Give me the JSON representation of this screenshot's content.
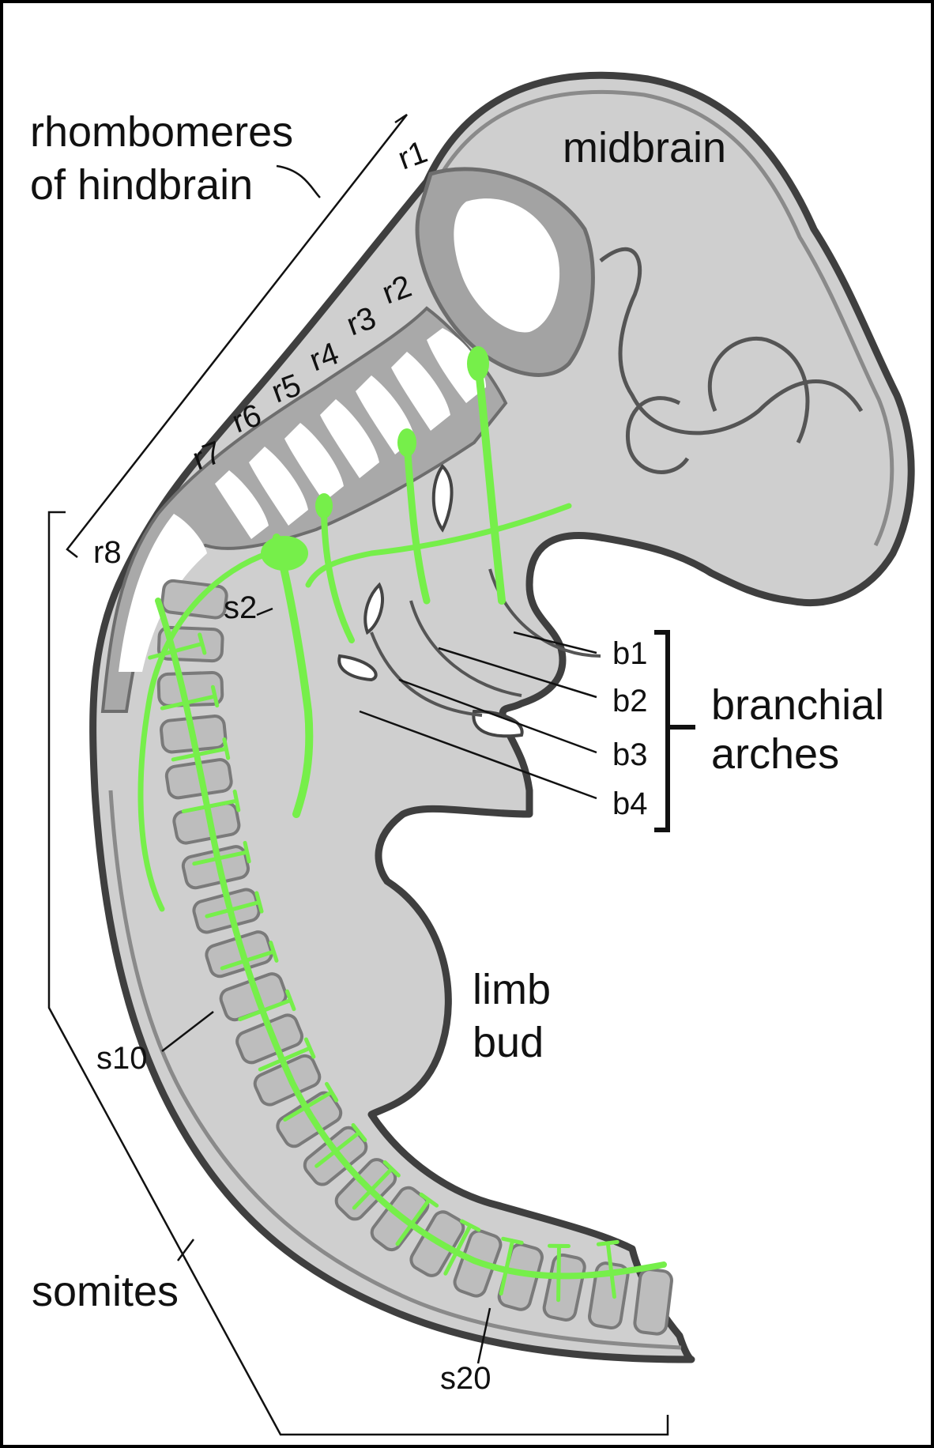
{
  "labels": {
    "rhombomeres_line1": "rhombomeres",
    "rhombomeres_line2": "of hindbrain",
    "midbrain": "midbrain",
    "r1": "r1",
    "r2": "r2",
    "r3": "r3",
    "r4": "r4",
    "r5": "r5",
    "r6": "r6",
    "r7": "r7",
    "r8": "r8",
    "s2": "s2",
    "s10": "s10",
    "s20": "s20",
    "b1": "b1",
    "b2": "b2",
    "b3": "b3",
    "b4": "b4",
    "branchial_line1": "branchial",
    "branchial_line2": "arches",
    "limb_line1": "limb",
    "limb_line2": "bud",
    "somites": "somites"
  },
  "colors": {
    "background": "#ffffff",
    "embryo_fill": "#cfcfcf",
    "outline": "#4a4a4a",
    "rhombomere_fill": "#ffffff",
    "somite_fill": "#bdbdbd",
    "nerve": "#76ef4a",
    "frame": "#000000"
  }
}
